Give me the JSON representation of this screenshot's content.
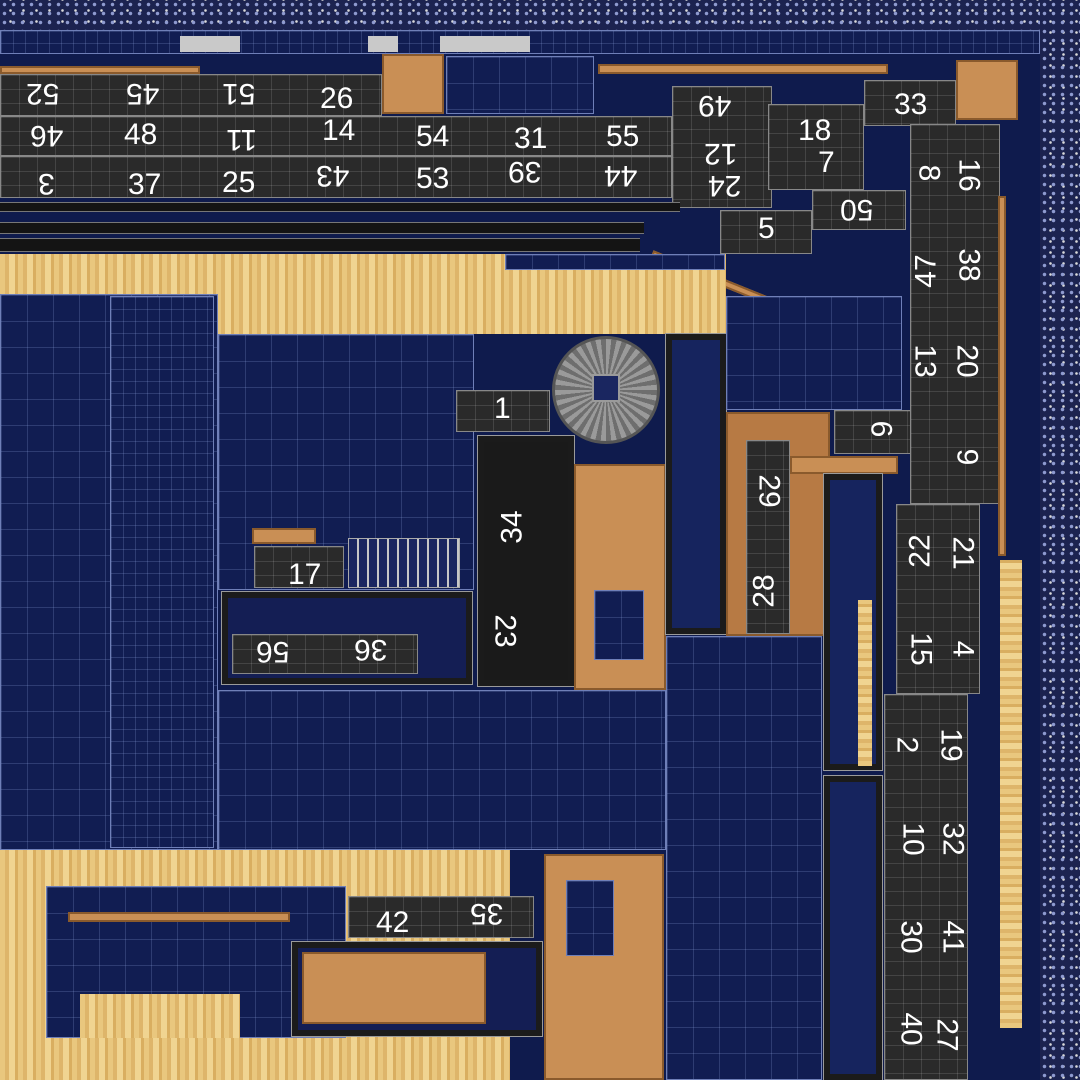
{
  "labels": {
    "n1": "1",
    "n2": "2",
    "n3": "3",
    "n4": "4",
    "n5": "5",
    "n6": "6",
    "n7": "7",
    "n8": "8",
    "n9": "9",
    "n10": "10",
    "n11": "11",
    "n12": "12",
    "n13": "13",
    "n14": "14",
    "n15": "15",
    "n16": "16",
    "n17": "17",
    "n18": "18",
    "n19": "19",
    "n20": "20",
    "n21": "21",
    "n22": "22",
    "n23": "23",
    "n24": "24",
    "n25": "25",
    "n26": "26",
    "n27": "27",
    "n28": "28",
    "n29": "29",
    "n30": "30",
    "n31": "31",
    "n32": "32",
    "n33": "33",
    "n34": "34",
    "n35": "35",
    "n36": "36",
    "n37": "37",
    "n38": "38",
    "n39": "39",
    "n40": "40",
    "n41": "41",
    "n42": "42",
    "n43": "43",
    "n44": "44",
    "n45": "45",
    "n46": "46",
    "n47": "47",
    "n48": "48",
    "n49": "49",
    "n50": "50",
    "n51": "51",
    "n52": "52",
    "n53": "53",
    "n54": "54",
    "n55": "55",
    "n56": "56"
  },
  "colors": {
    "background_navy": "#111d52",
    "wireframe": "#6f7fb8",
    "wood": "#e9c77e",
    "copper": "#c98f55",
    "dark_panel": "#2a2a2a",
    "label": "#ffffff"
  }
}
